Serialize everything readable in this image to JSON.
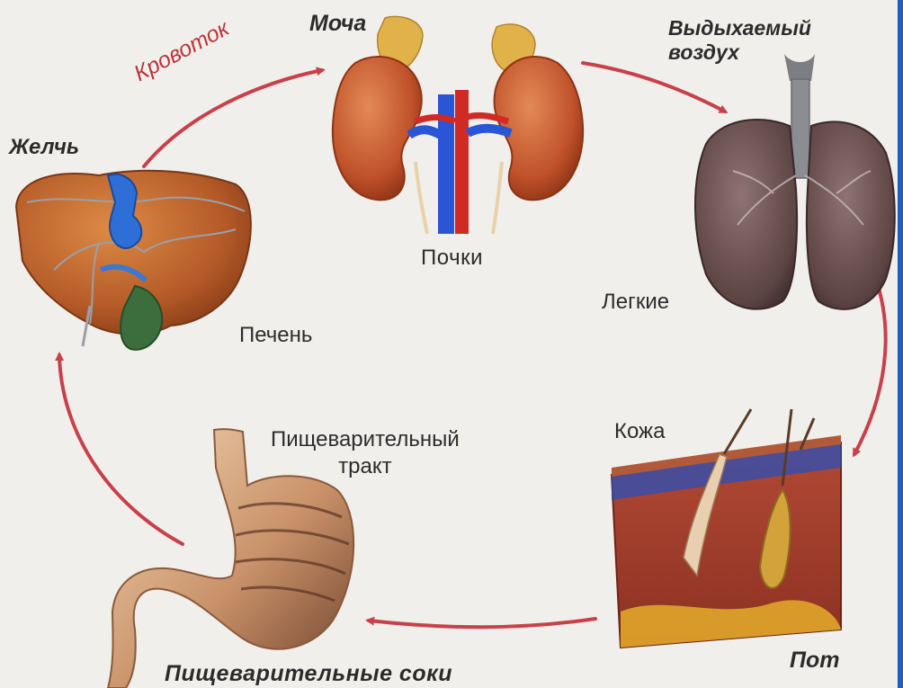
{
  "labels": {
    "urine": "Моча",
    "exhaled_air_line1": "Выдыхаемый",
    "exhaled_air_line2": "воздух",
    "bile": "Желчь",
    "bloodstream": "Кровоток",
    "kidneys": "Почки",
    "lungs": "Легкие",
    "liver": "Печень",
    "skin": "Кожа",
    "digestive_tract_line1": "Пищеварительный",
    "digestive_tract_line2": "тракт",
    "sweat": "Пот",
    "digestive_juices": "Пищеварительные соки"
  },
  "organs": [
    "liver-illustration",
    "kidneys-illustration",
    "lungs-illustration",
    "skin-illustration",
    "stomach-illustration"
  ],
  "colors": {
    "arrow": "#c8414a",
    "label_text": "#2b2b2b",
    "bloodstream_text": "#b9333a",
    "liver": "#b9632d",
    "kidney": "#c25a30",
    "vein": "#2a56d6",
    "artery": "#d12a25",
    "lung": "#6e5554",
    "skin": "#9c3a2a",
    "frame": "#1d5ec9"
  }
}
